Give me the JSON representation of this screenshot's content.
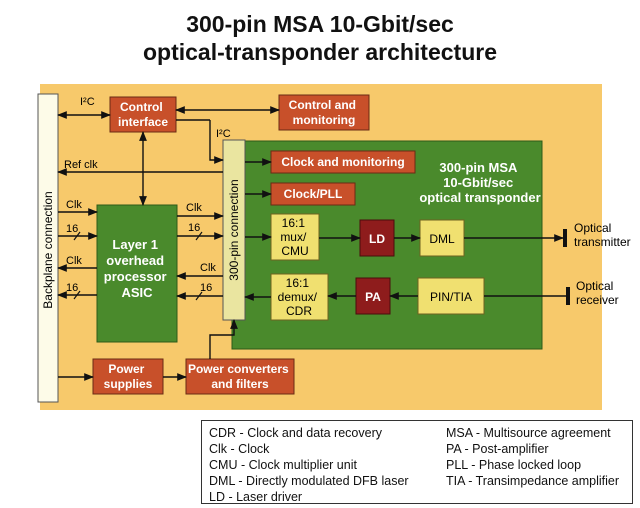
{
  "title": {
    "line1": "300-pin MSA 10-Gbit/sec",
    "line2": "optical-transponder architecture"
  },
  "blocks": {
    "backplane": "Backplane connection",
    "control_interface": [
      "Control",
      "interface"
    ],
    "control_monitoring": [
      "Control and",
      "monitoring"
    ],
    "clock_monitoring": "Clock and monitoring",
    "clock_pll": "Clock/PLL",
    "transponder": [
      "300-pin MSA",
      "10-Gbit/sec",
      "optical transponder"
    ],
    "connection_300pin": "300-pin connection",
    "asic": [
      "Layer 1",
      "overhead",
      "processor",
      "ASIC"
    ],
    "mux": [
      "16:1",
      "mux/",
      "CMU"
    ],
    "demux": [
      "16:1",
      "demux/",
      "CDR"
    ],
    "ld": "LD",
    "dml": "DML",
    "pa": "PA",
    "pin_tia": "PIN/TIA",
    "power_supplies": [
      "Power",
      "supplies"
    ],
    "power_converters": [
      "Power converters",
      "and filters"
    ],
    "optical_tx": [
      "Optical",
      "transmitter"
    ],
    "optical_rx": [
      "Optical",
      "receiver"
    ]
  },
  "signals": {
    "i2c": "I²C",
    "ref_clk": "Ref clk",
    "clk": "Clk",
    "bus16": "16"
  },
  "legend": {
    "left": [
      "CDR - Clock and data recovery",
      "Clk - Clock",
      "CMU - Clock multiplier unit",
      "DML - Directly modulated DFB laser",
      "LD - Laser driver"
    ],
    "right": [
      "MSA - Multisource agreement",
      "PA - Post-amplifier",
      "PLL - Phase locked loop",
      "TIA - Transimpedance amplifier"
    ]
  },
  "colors": {
    "board": "#f7c96b",
    "transponder": "#4a8a2c",
    "orange_block": "#c8502a",
    "dark_red_block": "#8e1c1c",
    "yellow_block": "#f0e070",
    "connector": "#eae5a0"
  }
}
